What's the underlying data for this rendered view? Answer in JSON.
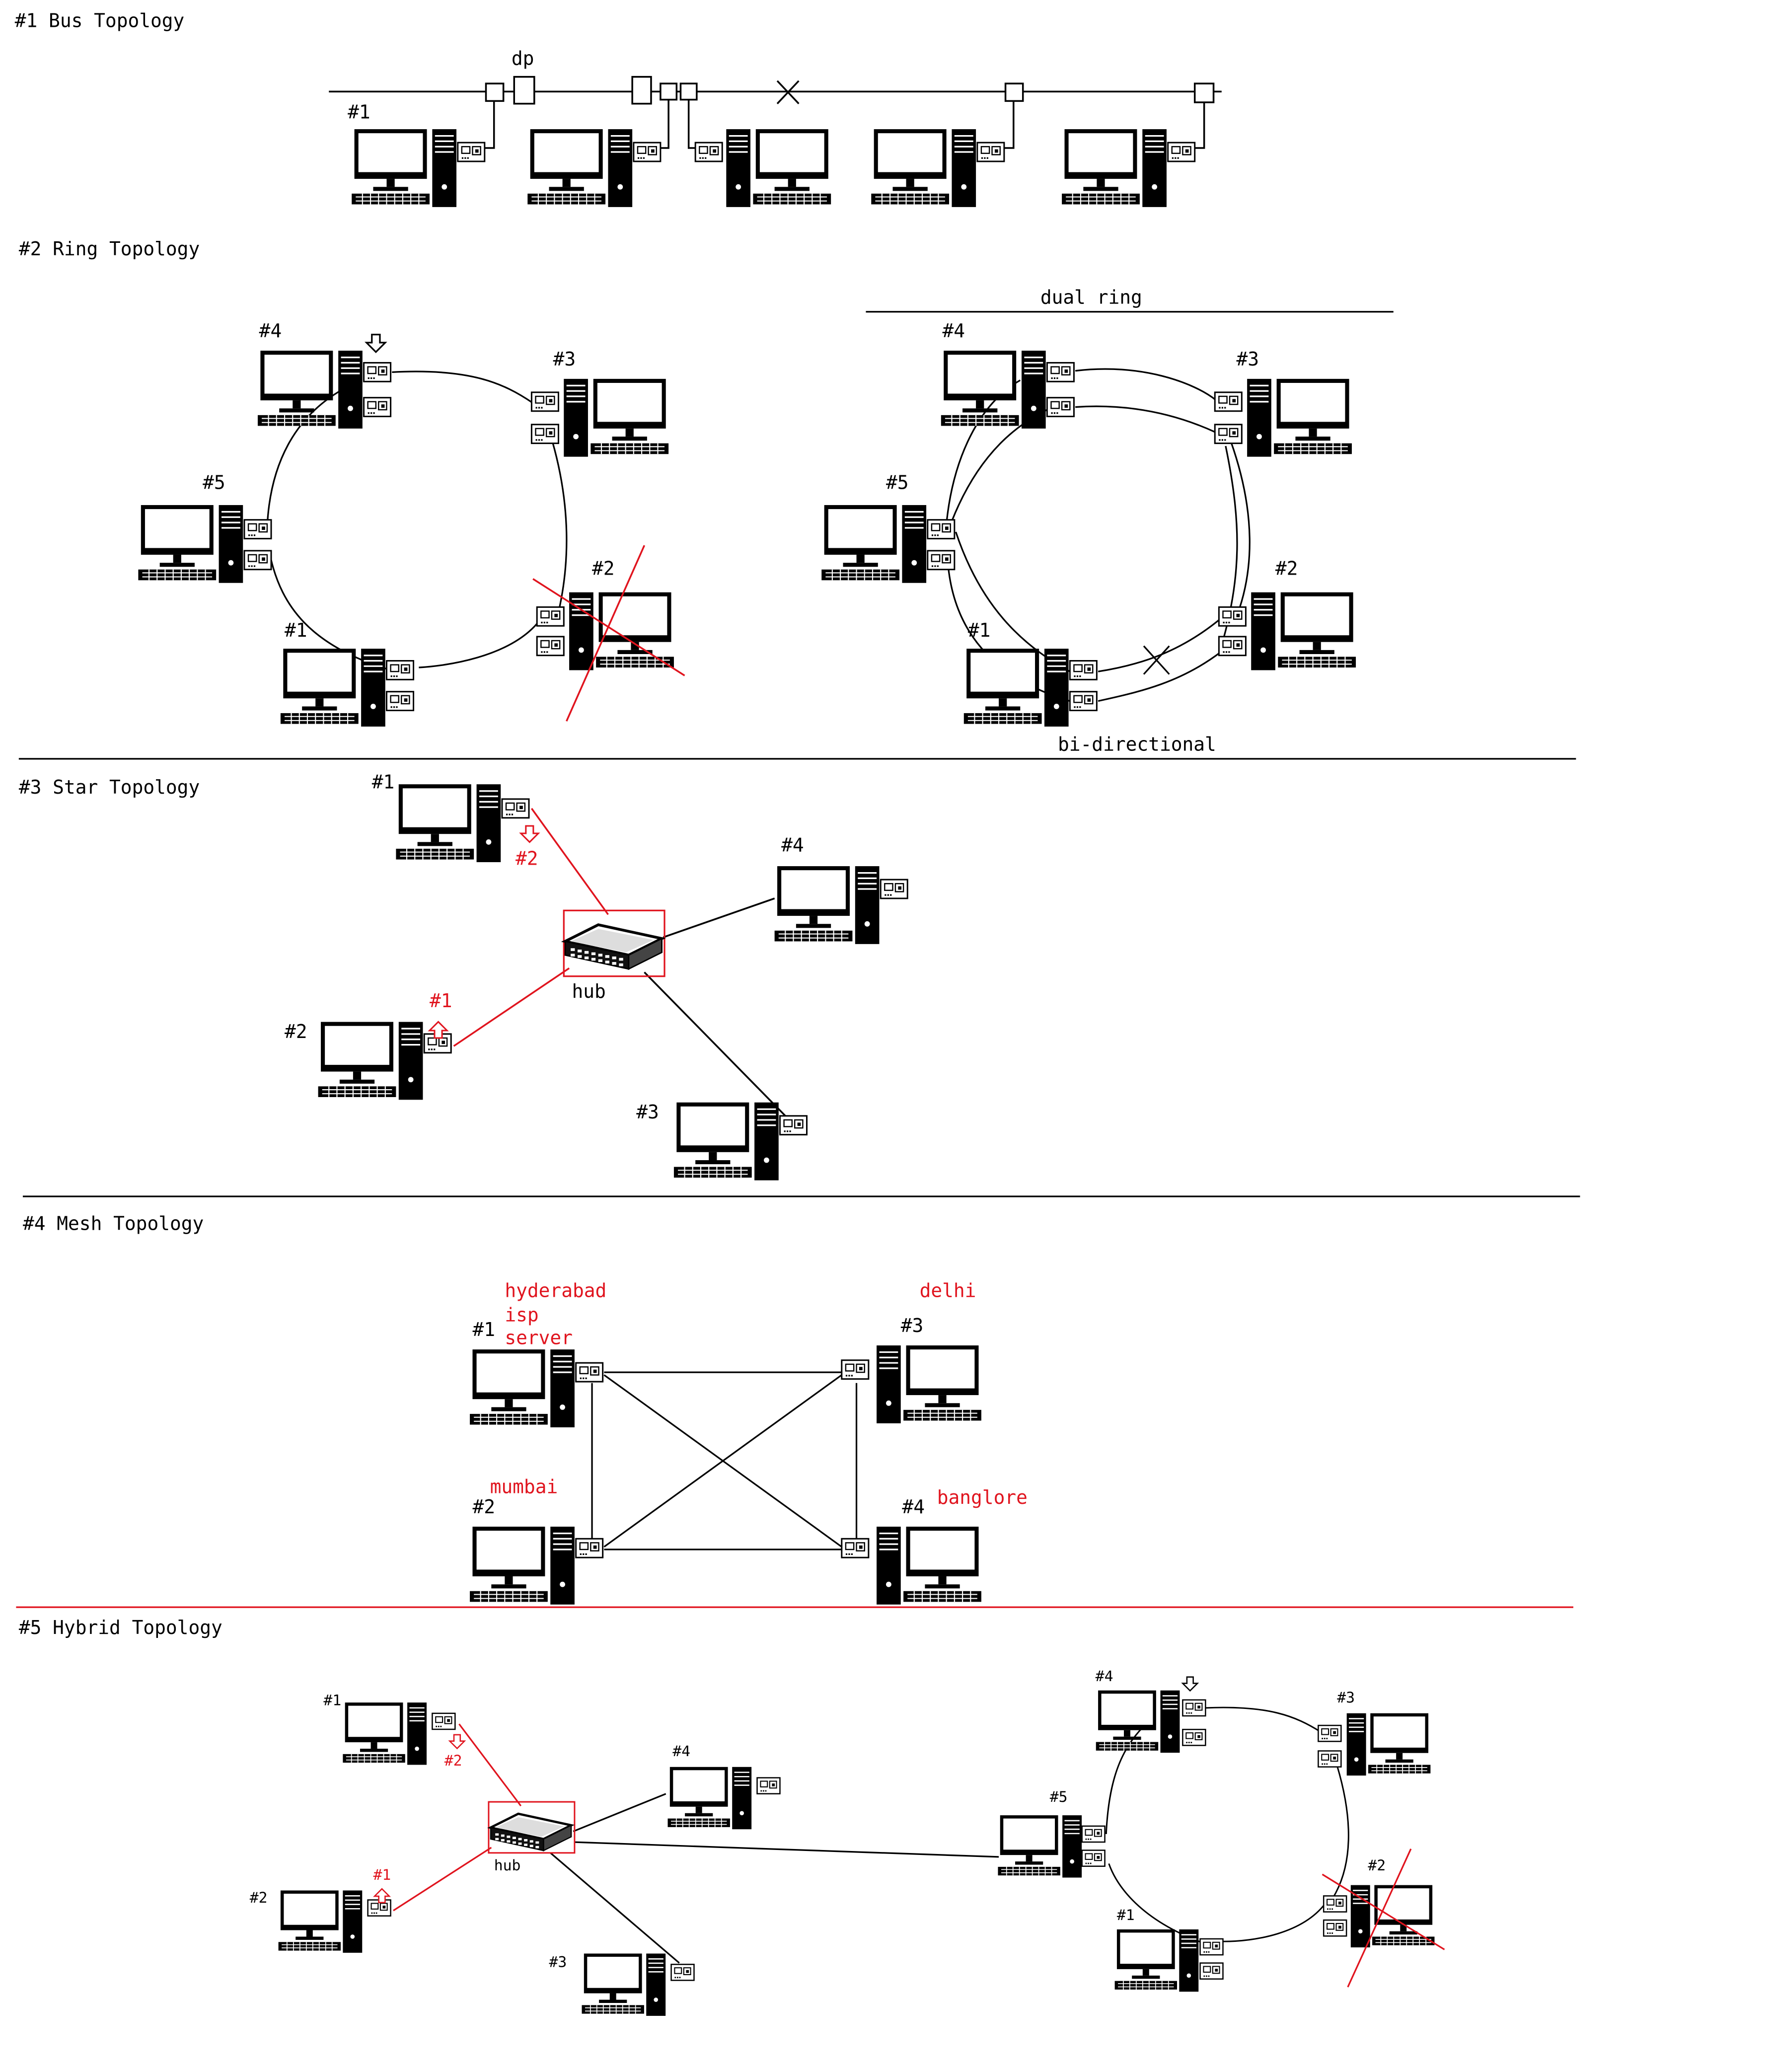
{
  "colors": {
    "ink": "#000000",
    "accent": "#e0141e",
    "paper": "#ffffff"
  },
  "icons": {
    "pc": "desktop-computer-icon",
    "nic": "network-card-icon",
    "hub": "network-hub-icon",
    "arrow": "hollow-arrow-icon"
  },
  "sections": {
    "bus": {
      "title": "#1 Bus Topology"
    },
    "ring": {
      "title": "#2 Ring Topology"
    },
    "star": {
      "title": "#3 Star Topology"
    },
    "mesh": {
      "title": "#4 Mesh Topology"
    },
    "hybrid": {
      "title": "#5 Hybrid Topology"
    }
  },
  "labels": {
    "dp": "dp",
    "dual_ring": "dual ring",
    "bi_directional": "bi-directional",
    "hub": "hub",
    "n1": "#1",
    "n2": "#2",
    "n3": "#3",
    "n4": "#4",
    "n5": "#5",
    "hyderabad": "hyderabad",
    "isp": "isp",
    "server": "server",
    "delhi": "delhi",
    "mumbai": "mumbai",
    "banglore": "banglore"
  }
}
